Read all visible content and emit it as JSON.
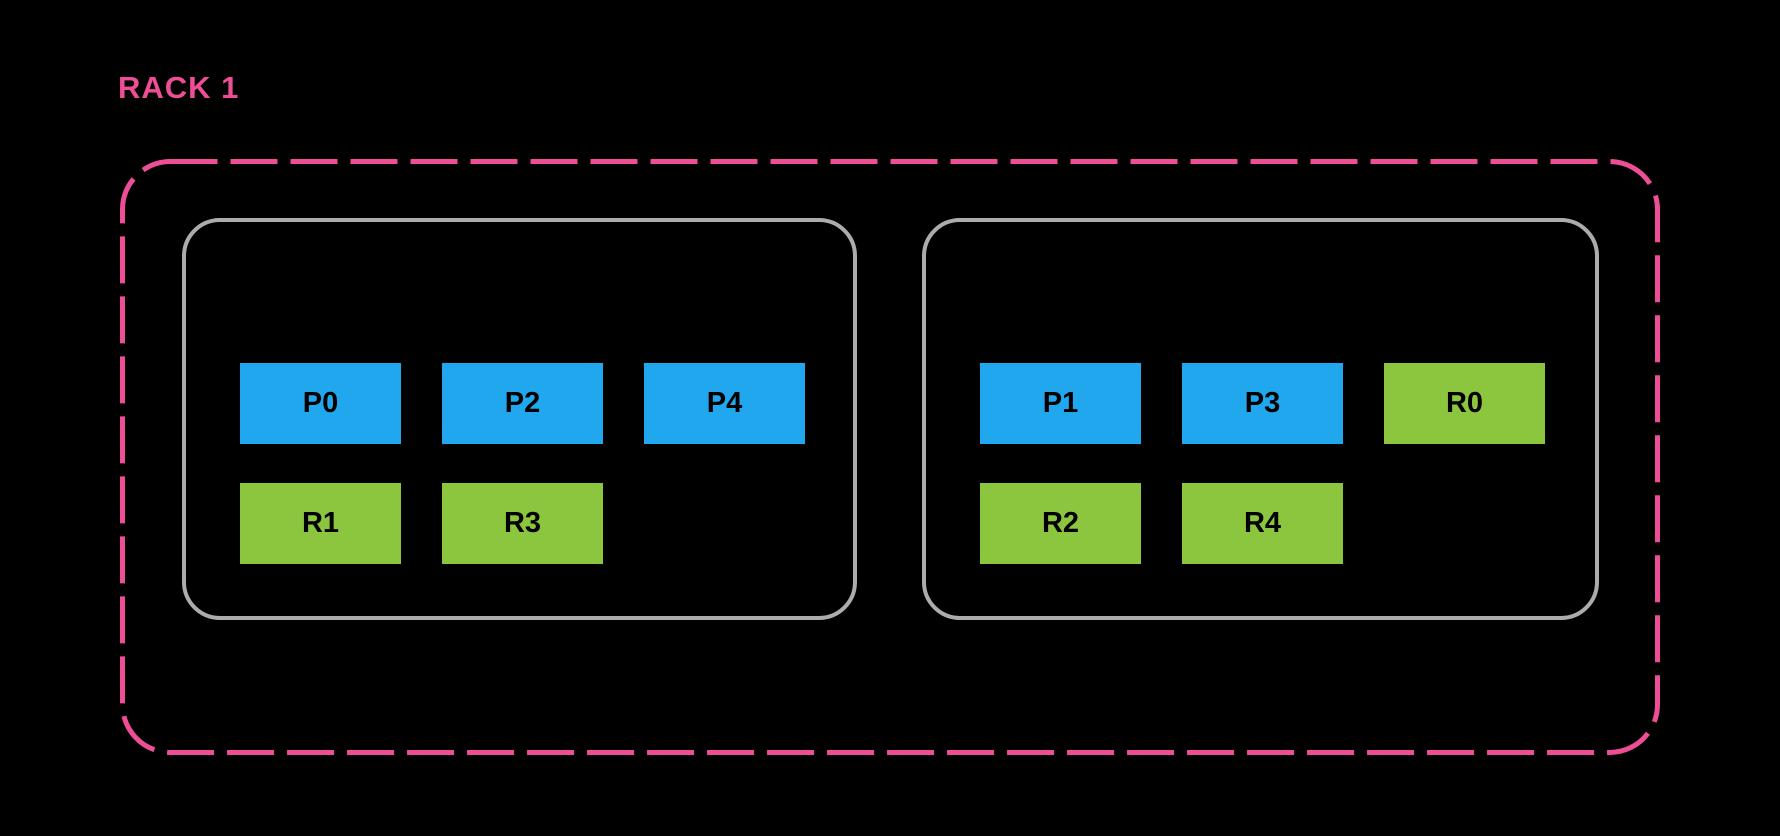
{
  "diagram": {
    "rack": {
      "label": "RACK 1",
      "nodes": [
        {
          "name": "node-left",
          "rows": [
            {
              "slots": [
                {
                  "label": "P0",
                  "type": "primary"
                },
                {
                  "label": "P2",
                  "type": "primary"
                },
                {
                  "label": "P4",
                  "type": "primary"
                }
              ]
            },
            {
              "slots": [
                {
                  "label": "R1",
                  "type": "replica"
                },
                {
                  "label": "R3",
                  "type": "replica"
                }
              ]
            }
          ]
        },
        {
          "name": "node-right",
          "rows": [
            {
              "slots": [
                {
                  "label": "P1",
                  "type": "primary"
                },
                {
                  "label": "P3",
                  "type": "primary"
                },
                {
                  "label": "R0",
                  "type": "replica"
                }
              ]
            },
            {
              "slots": [
                {
                  "label": "R2",
                  "type": "replica"
                },
                {
                  "label": "R4",
                  "type": "replica"
                }
              ]
            }
          ]
        }
      ]
    },
    "colors": {
      "background": "#000000",
      "rack_border": "#ED4E95",
      "rack_label": "#ED4E95",
      "node_border": "#ACACAC",
      "primary_block": "#20A7ED",
      "replica_block": "#8CC63F",
      "block_text": "#000000"
    }
  }
}
